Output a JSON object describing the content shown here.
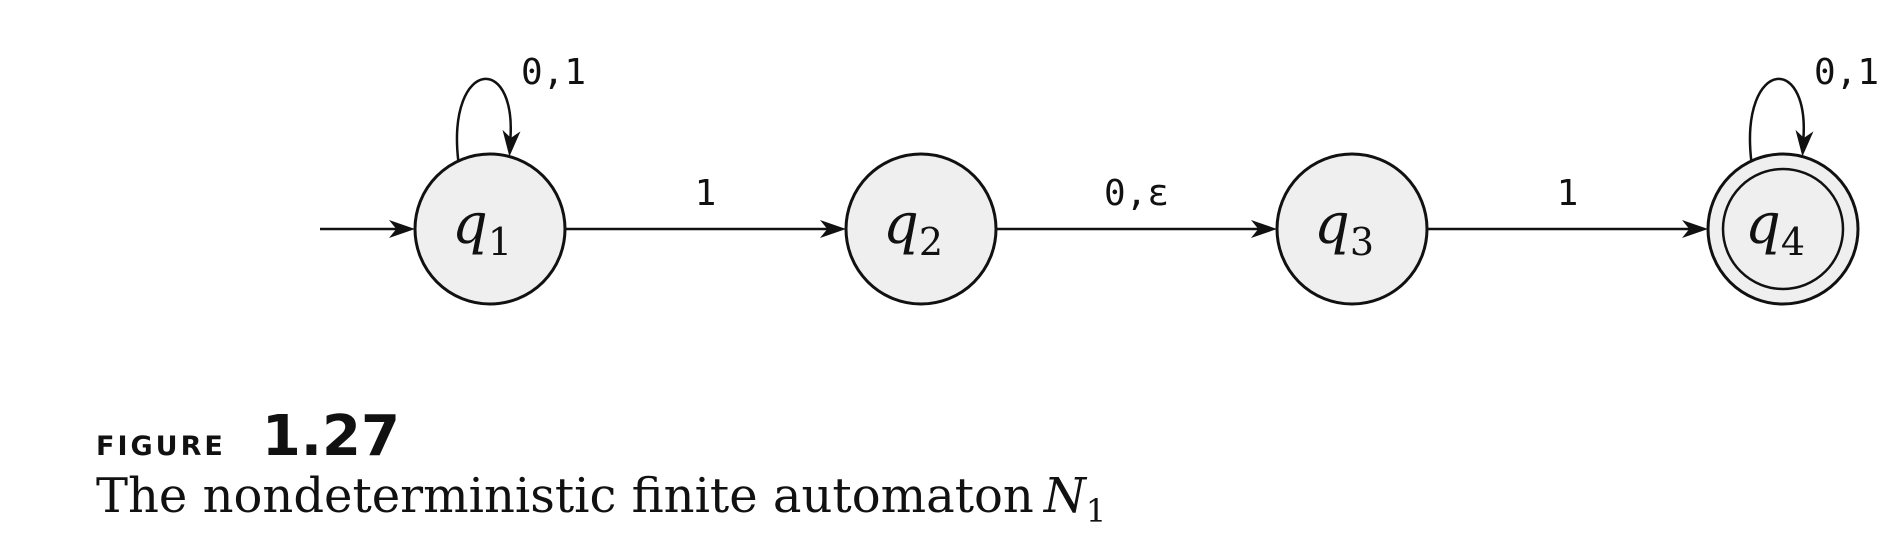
{
  "diagram": {
    "states": [
      {
        "id": "q1",
        "base": "q",
        "index": "1",
        "start": true,
        "accepting": false,
        "self_loop_label": "0,1"
      },
      {
        "id": "q2",
        "base": "q",
        "index": "2",
        "start": false,
        "accepting": false,
        "self_loop_label": ""
      },
      {
        "id": "q3",
        "base": "q",
        "index": "3",
        "start": false,
        "accepting": false,
        "self_loop_label": ""
      },
      {
        "id": "q4",
        "base": "q",
        "index": "4",
        "start": false,
        "accepting": true,
        "self_loop_label": "0,1"
      }
    ],
    "transitions": [
      {
        "from": "q1",
        "to": "q2",
        "label": "1"
      },
      {
        "from": "q2",
        "to": "q3",
        "label": "0,ε"
      },
      {
        "from": "q3",
        "to": "q4",
        "label": "1"
      }
    ]
  },
  "caption": {
    "figure_word": "figure",
    "figure_number": "1.27",
    "description": "The nondeterministic finite automaton",
    "symbol": "N",
    "symbol_subscript": "1"
  },
  "colors": {
    "state_fill": "#efefef",
    "stroke": "#111111"
  }
}
